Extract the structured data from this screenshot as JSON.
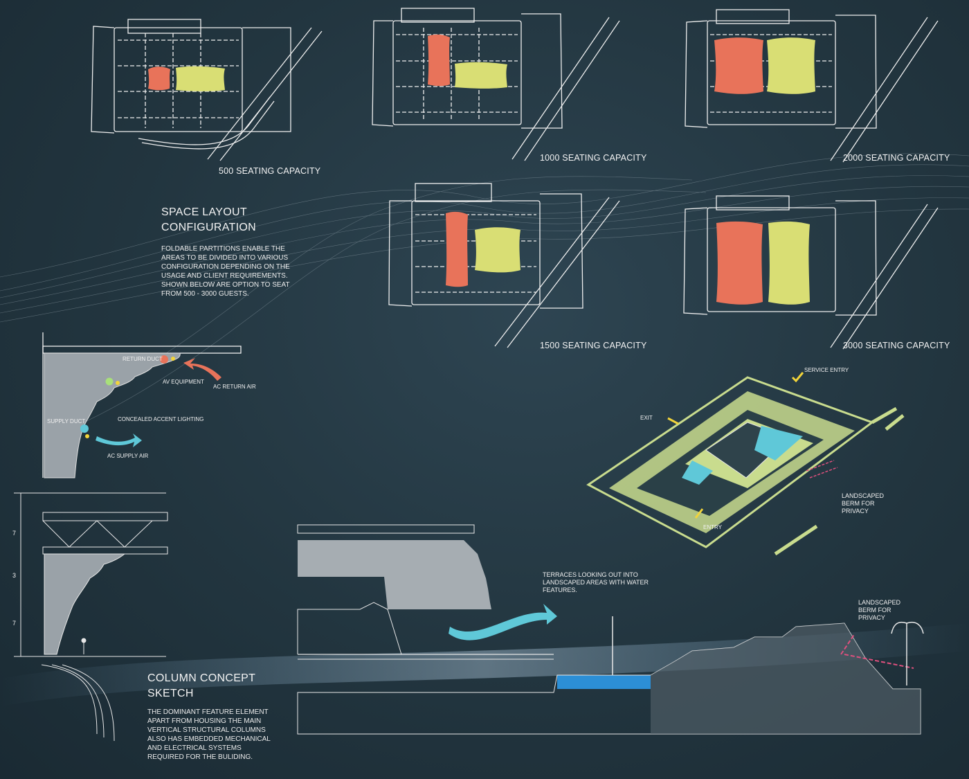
{
  "plans": {
    "p500": "500 SEATING CAPACITY",
    "p1000": "1000 SEATING CAPACITY",
    "p2000": "2000 SEATING CAPACITY",
    "p1500": "1500 SEATING CAPACITY",
    "p3000": "3000 SEATING CAPACITY"
  },
  "space_layout": {
    "title_line1": "SPACE LAYOUT",
    "title_line2": "CONFIGURATION",
    "description": "FOLDABLE PARTITIONS ENABLE THE AREAS TO BE DIVIDED INTO VARIOUS CONFIGURATION DEPENDING ON THE USAGE AND CLIENT REQUIREMENTS. SHOWN BELOW ARE OPTION TO SEAT FROM 500 - 3000 GUESTS."
  },
  "column_labels": {
    "return_duct": "RETURN DUCT",
    "av_equipment": "AV EQUIPMENT",
    "ac_return_air": "AC RETURN AIR",
    "supply_duct": "SUPPLY DUCT",
    "concealed_lighting": "CONCEALED ACCENT LIGHTING",
    "ac_supply_air": "AC SUPPLY AIR"
  },
  "dimensions": [
    "7",
    "3",
    "7"
  ],
  "column_concept": {
    "title_line1": "COLUMN CONCEPT",
    "title_line2": "SKETCH",
    "description": "THE DOMINANT FEATURE ELEMENT APART FROM HOUSING THE MAIN VERTICAL STRUCTURAL COLUMNS ALSO HAS EMBEDDED MECHANICAL AND ELECTRICAL SYSTEMS REQUIRED FOR THE BULIDING."
  },
  "site_plan": {
    "service_entry": "SERVICE ENTRY",
    "exit": "EXIT",
    "entry": "ENTRY",
    "berm": "LANDSCAPED BERM FOR PRIVACY"
  },
  "section": {
    "terraces": "TERRACES LOOKING OUT INTO LANDSCAPED AREAS WITH WATER FEATURES.",
    "berm": "LANDSCAPED BERM FOR PRIVACY"
  },
  "colors": {
    "orange": "#e8735a",
    "yellow": "#d9de74",
    "green": "#c9dc8e",
    "cyan": "#5fc8d8",
    "water": "#2c8fd6",
    "pink": "#e0507e",
    "bubble_yellow": "#f2d43a"
  }
}
